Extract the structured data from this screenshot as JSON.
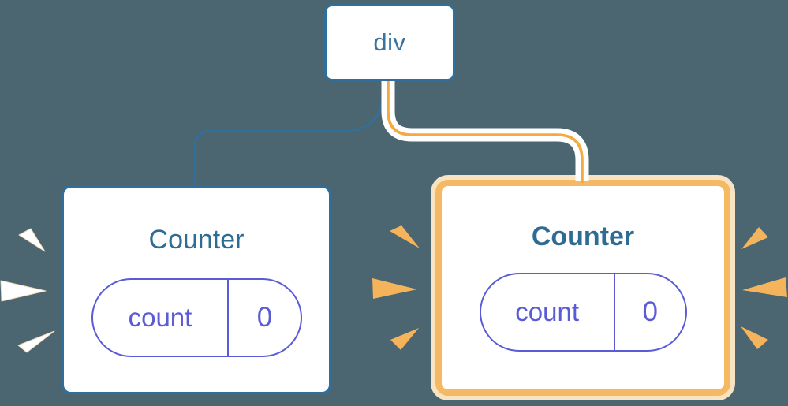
{
  "diagram": {
    "description": "React component tree: a div root element with two Counter children; the second Counter re-rendered (highlighted orange with flash marks), the first did not (white flash marks).",
    "tree": {
      "root": {
        "label": "div"
      },
      "children": [
        {
          "label": "Counter",
          "highlighted": false,
          "state": {
            "key": "count",
            "value": "0"
          }
        },
        {
          "label": "Counter",
          "highlighted": true,
          "state": {
            "key": "count",
            "value": "0"
          }
        }
      ]
    },
    "icons": [
      "flash-rays-left-white",
      "flash-rays-inner-orange",
      "flash-rays-right-orange"
    ],
    "colors": {
      "background": "#4B6670",
      "node_border_blue": "#2F6F9E",
      "node_text_blue": "#38749F",
      "title_blue": "#2E6C94",
      "pill_purple": "#5B5BD6",
      "card_bg": "#FFFFFF",
      "edge_blue": "#31709E",
      "edge_orange": "#F5A93E",
      "edge_casing": "#FFFFFF",
      "highlight_border_orange": "#F5B863",
      "highlight_halo_cream": "#F8E3C2",
      "flash_orange": "#F5B45C",
      "flash_white": "#FFFFFF"
    }
  }
}
